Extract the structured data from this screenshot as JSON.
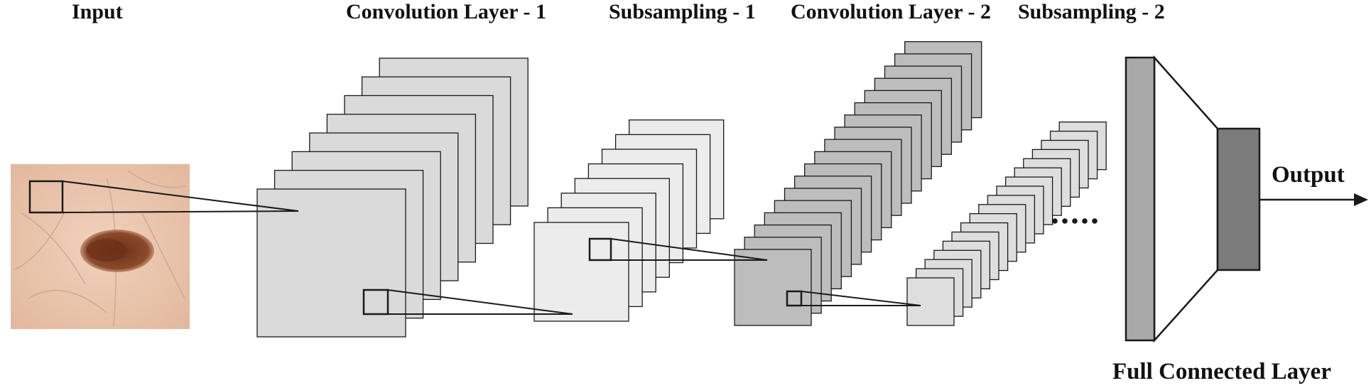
{
  "labels": {
    "input": "Input",
    "conv1": "Convolution Layer - 1",
    "sub1": "Subsampling - 1",
    "conv2": "Convolution Layer - 2",
    "sub2": "Subsampling - 2",
    "output": "Output",
    "fc": "Full Connected Layer"
  },
  "colors": {
    "conv1_fill": "#dadada",
    "sub1_fill": "#ececec",
    "conv2_fill": "#bdbdbd",
    "sub2_fill": "#dedede",
    "fc_wide_fill": "#a9a9a9",
    "fc_narrow_fill": "#7b7b7b",
    "stroke": "#1a1a1a",
    "skin": "#ecc5ac",
    "lesion": "#7a3c22"
  },
  "ellipsis": "....."
}
